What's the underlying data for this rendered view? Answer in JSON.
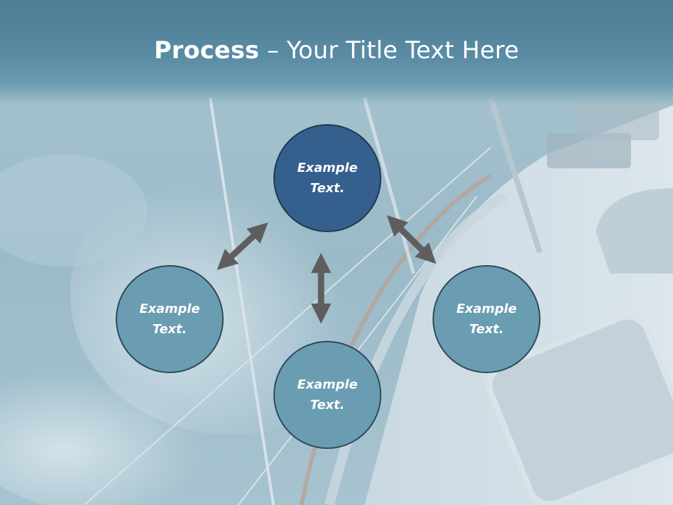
{
  "slide": {
    "title_bold": "Process",
    "title_rest": " – Your Title Text Here"
  },
  "nodes": {
    "center": "Example Text.",
    "left": "Example Text.",
    "bottom": "Example Text.",
    "right": "Example Text."
  },
  "colors": {
    "center_node": "#355f8d",
    "outer_node": "#6a9db2",
    "arrow": "#5e5e5e",
    "title_band": "#4d7c93"
  }
}
